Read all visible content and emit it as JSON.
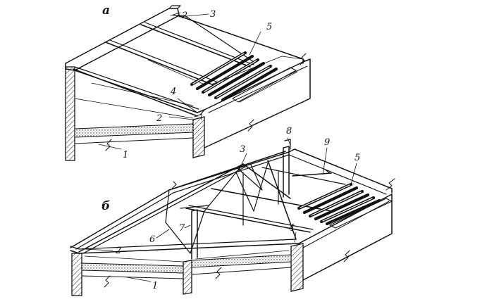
{
  "figure": {
    "panels": [
      {
        "id": "a",
        "label": "а",
        "callouts": [
          "1",
          "2",
          "3",
          "4",
          "5"
        ]
      },
      {
        "id": "b",
        "label": "б",
        "callouts": [
          "1",
          "2",
          "3",
          "4",
          "5",
          "6",
          "7",
          "8",
          "9"
        ]
      }
    ],
    "labels": {
      "a": {
        "one": "1",
        "two_top": "2",
        "two_low": "2",
        "three": "3",
        "four": "4",
        "five": "5"
      },
      "b": {
        "one": "1",
        "two": "2",
        "three": "3",
        "four": "4",
        "five": "5",
        "six": "6",
        "seven": "7",
        "eight": "8",
        "nine": "9"
      }
    }
  }
}
